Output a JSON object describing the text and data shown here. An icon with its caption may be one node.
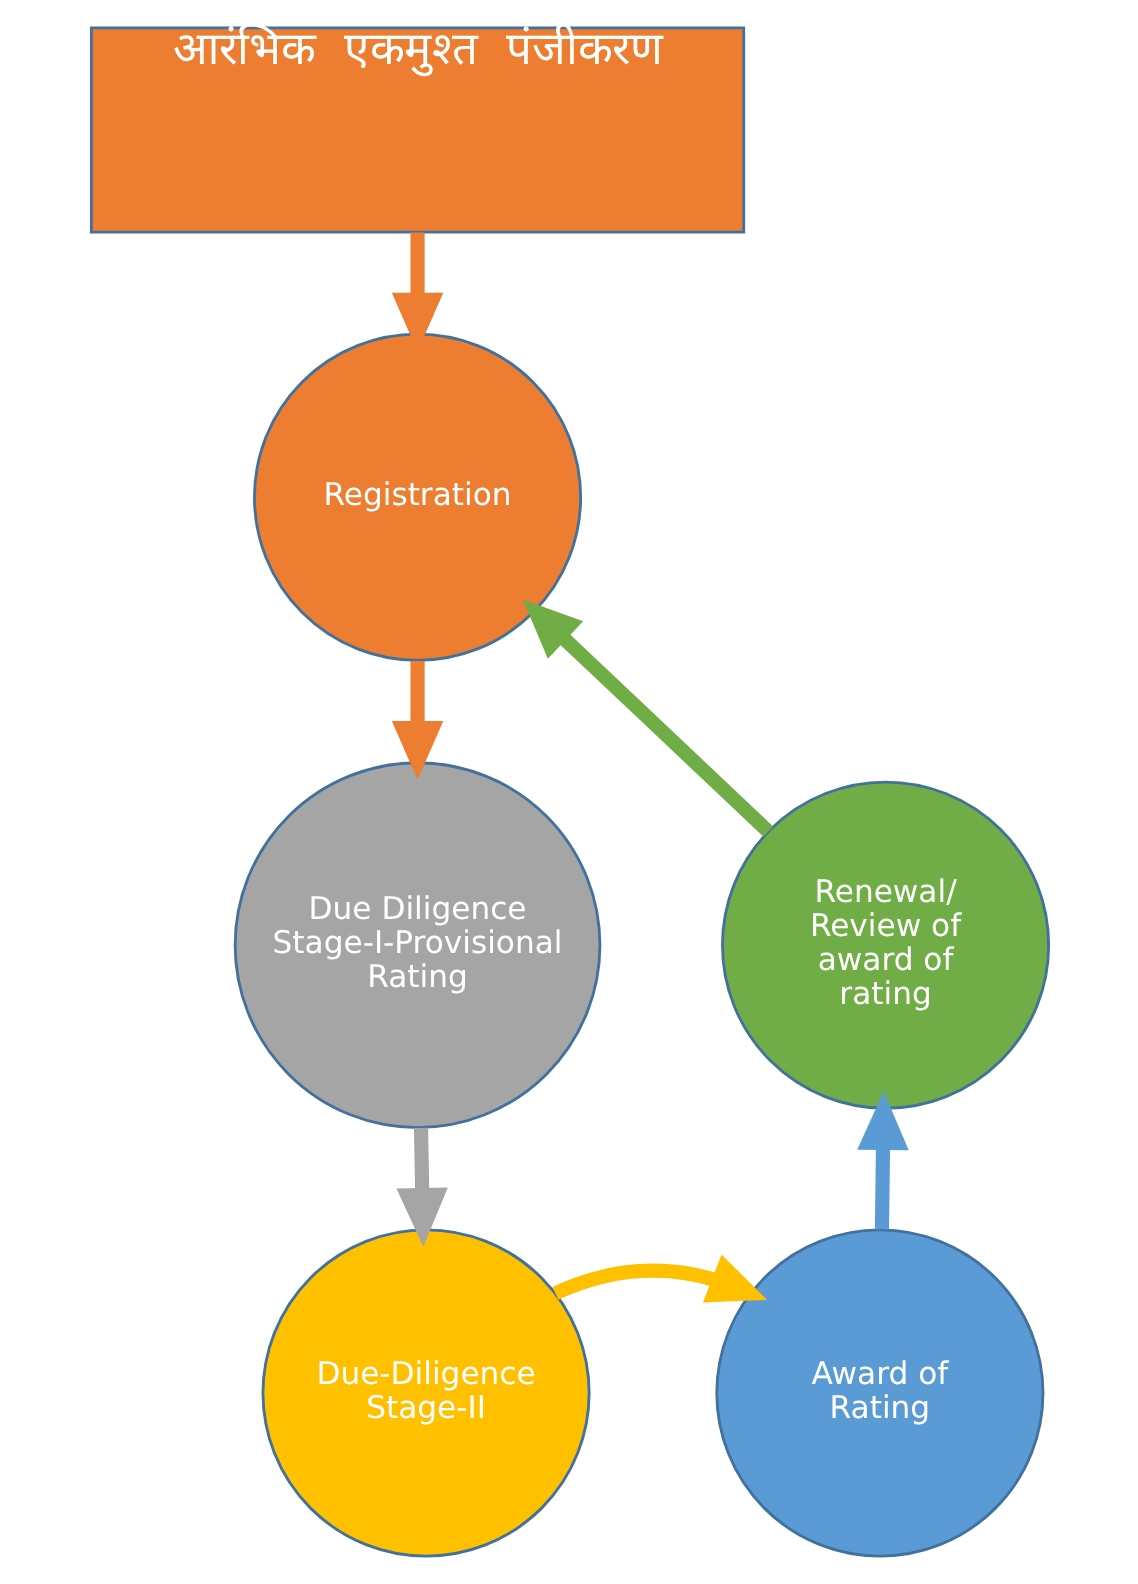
{
  "diagram": {
    "nodes": [
      {
        "text": [
          "आरंभिक  एकमुश्त  पंजीकरण"
        ]
      },
      {
        "text": [
          "Registration"
        ]
      },
      {
        "text": [
          "Due Diligence Stage-I-Provisional Rating"
        ]
      },
      {
        "text": [
          "Due-Diligence Stage-II"
        ]
      },
      {
        "text": [
          "Award of Rating"
        ]
      },
      {
        "text": [
          "Renewal/ Review of award of rating"
        ]
      }
    ],
    "edges": [
      {
        "from": 0,
        "to": 1,
        "arrow": "to",
        "color": "#ed7d31"
      },
      {
        "from": 1,
        "to": 2,
        "arrow": "to",
        "color": "#ed7d31"
      },
      {
        "from": 2,
        "to": 3,
        "arrow": "to",
        "color": "#a5a5a5"
      },
      {
        "from": 3,
        "to": 4,
        "arrow": "to",
        "color": "#ffc000"
      },
      {
        "from": 4,
        "to": 5,
        "arrow": "to",
        "color": "#5b9bd5"
      },
      {
        "from": 5,
        "to": 1,
        "arrow": "to",
        "color": "#70ad47"
      }
    ]
  }
}
